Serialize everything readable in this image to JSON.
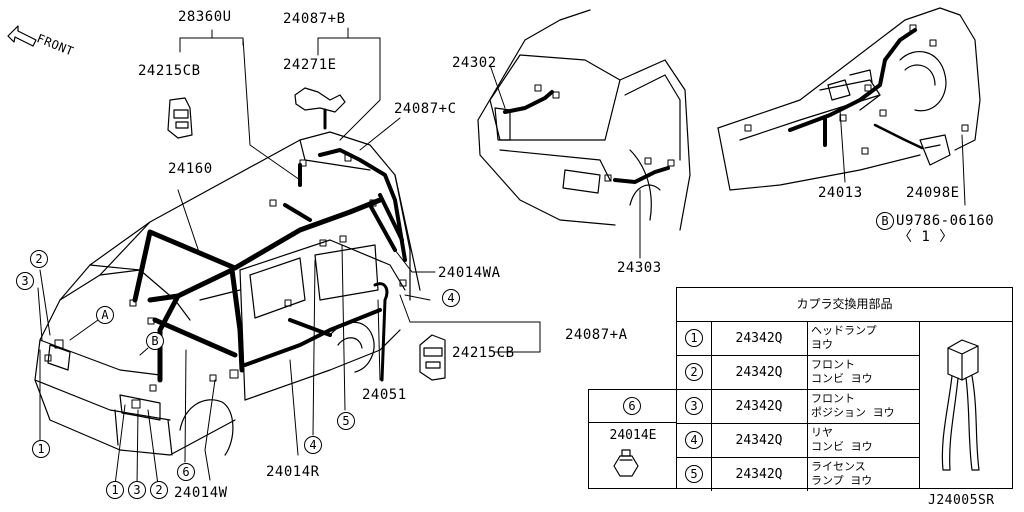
{
  "labels": {
    "front": "FRONT",
    "p28360U": "28360U",
    "p24087B": "24087+B",
    "p24215CB_top": "24215CB",
    "p24271E": "24271E",
    "p24087C": "24087+C",
    "p24160": "24160",
    "p24302": "24302",
    "p24303": "24303",
    "p24013": "24013",
    "p24098E": "24098E",
    "bolt_part": "9786-06160",
    "bolt_qty": "〈 1 〉",
    "p24014WA": "24014WA",
    "p24087A": "24087+A",
    "p24215CB_mid": "24215CB",
    "p24051": "24051",
    "p24014R": "24014R",
    "p24014W": "24014W",
    "diagram_code": "J24005SR"
  },
  "callouts": {
    "one": "1",
    "two": "2",
    "three": "3",
    "four": "4",
    "five": "5",
    "six": "6",
    "a": "A",
    "b": "B"
  },
  "table": {
    "title": "カプラ交換用部品",
    "rows": [
      {
        "num": "1",
        "part": "24342Q",
        "desc1": "ヘッドランプ",
        "desc2": "ヨウ"
      },
      {
        "num": "2",
        "part": "24342Q",
        "desc1": "フロント",
        "desc2": "コンビ ヨウ"
      },
      {
        "num": "3",
        "part": "24342Q",
        "desc1": "フロント",
        "desc2": "ポジション ヨウ"
      },
      {
        "num": "4",
        "part": "24342Q",
        "desc1": "リヤ",
        "desc2": "コンビ ヨウ"
      },
      {
        "num": "5",
        "part": "24342Q",
        "desc1": "ライセンス",
        "desc2": "ランプ ヨウ"
      }
    ],
    "side_top_num": "6",
    "side_part": "24014E"
  }
}
